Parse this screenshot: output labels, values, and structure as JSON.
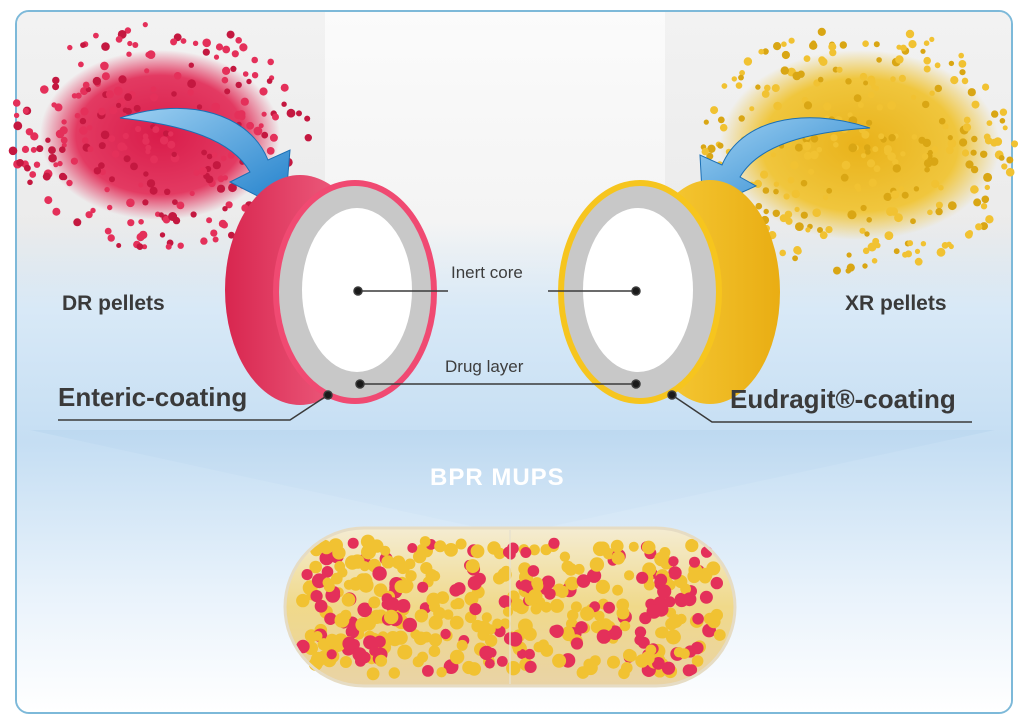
{
  "labels": {
    "dr_pellets": "DR pellets",
    "xr_pellets": "XR pellets",
    "inert_core": "Inert core",
    "drug_layer": "Drug layer",
    "enteric_coating": "Enteric-coating",
    "eudragit_coating": "Eudragit®-coating",
    "bpr_mups": "BPR MUPS"
  },
  "colors": {
    "dr_pellet": "#e4305a",
    "xr_pellet": "#f1c232",
    "arrow": "#2b8fd6",
    "frame": "#7db9d9",
    "band": "#c5def3"
  },
  "icons": {
    "left_arrow": "curved-arrow-icon",
    "right_arrow": "curved-arrow-icon"
  }
}
